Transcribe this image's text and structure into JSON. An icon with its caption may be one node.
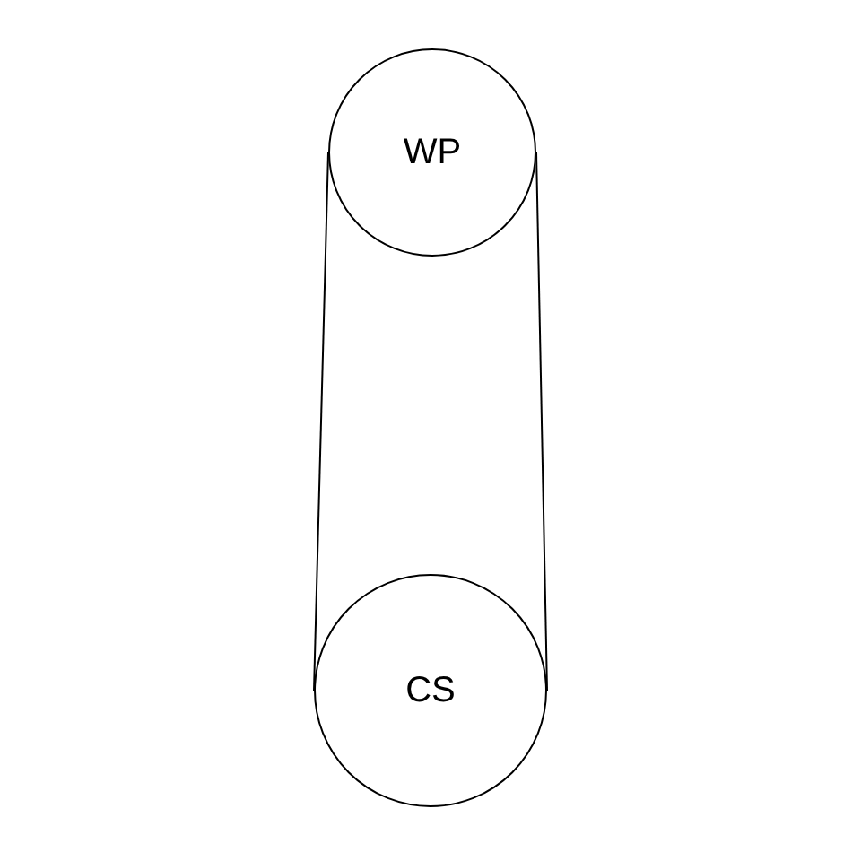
{
  "diagram": {
    "nodes": [
      {
        "text": [
          "WP"
        ]
      },
      {
        "text": [
          "CS"
        ]
      }
    ],
    "edges": [
      {
        "from": 0,
        "to": 1,
        "arrow": "none"
      },
      {
        "from": 0,
        "to": 1,
        "arrow": "none"
      }
    ]
  }
}
